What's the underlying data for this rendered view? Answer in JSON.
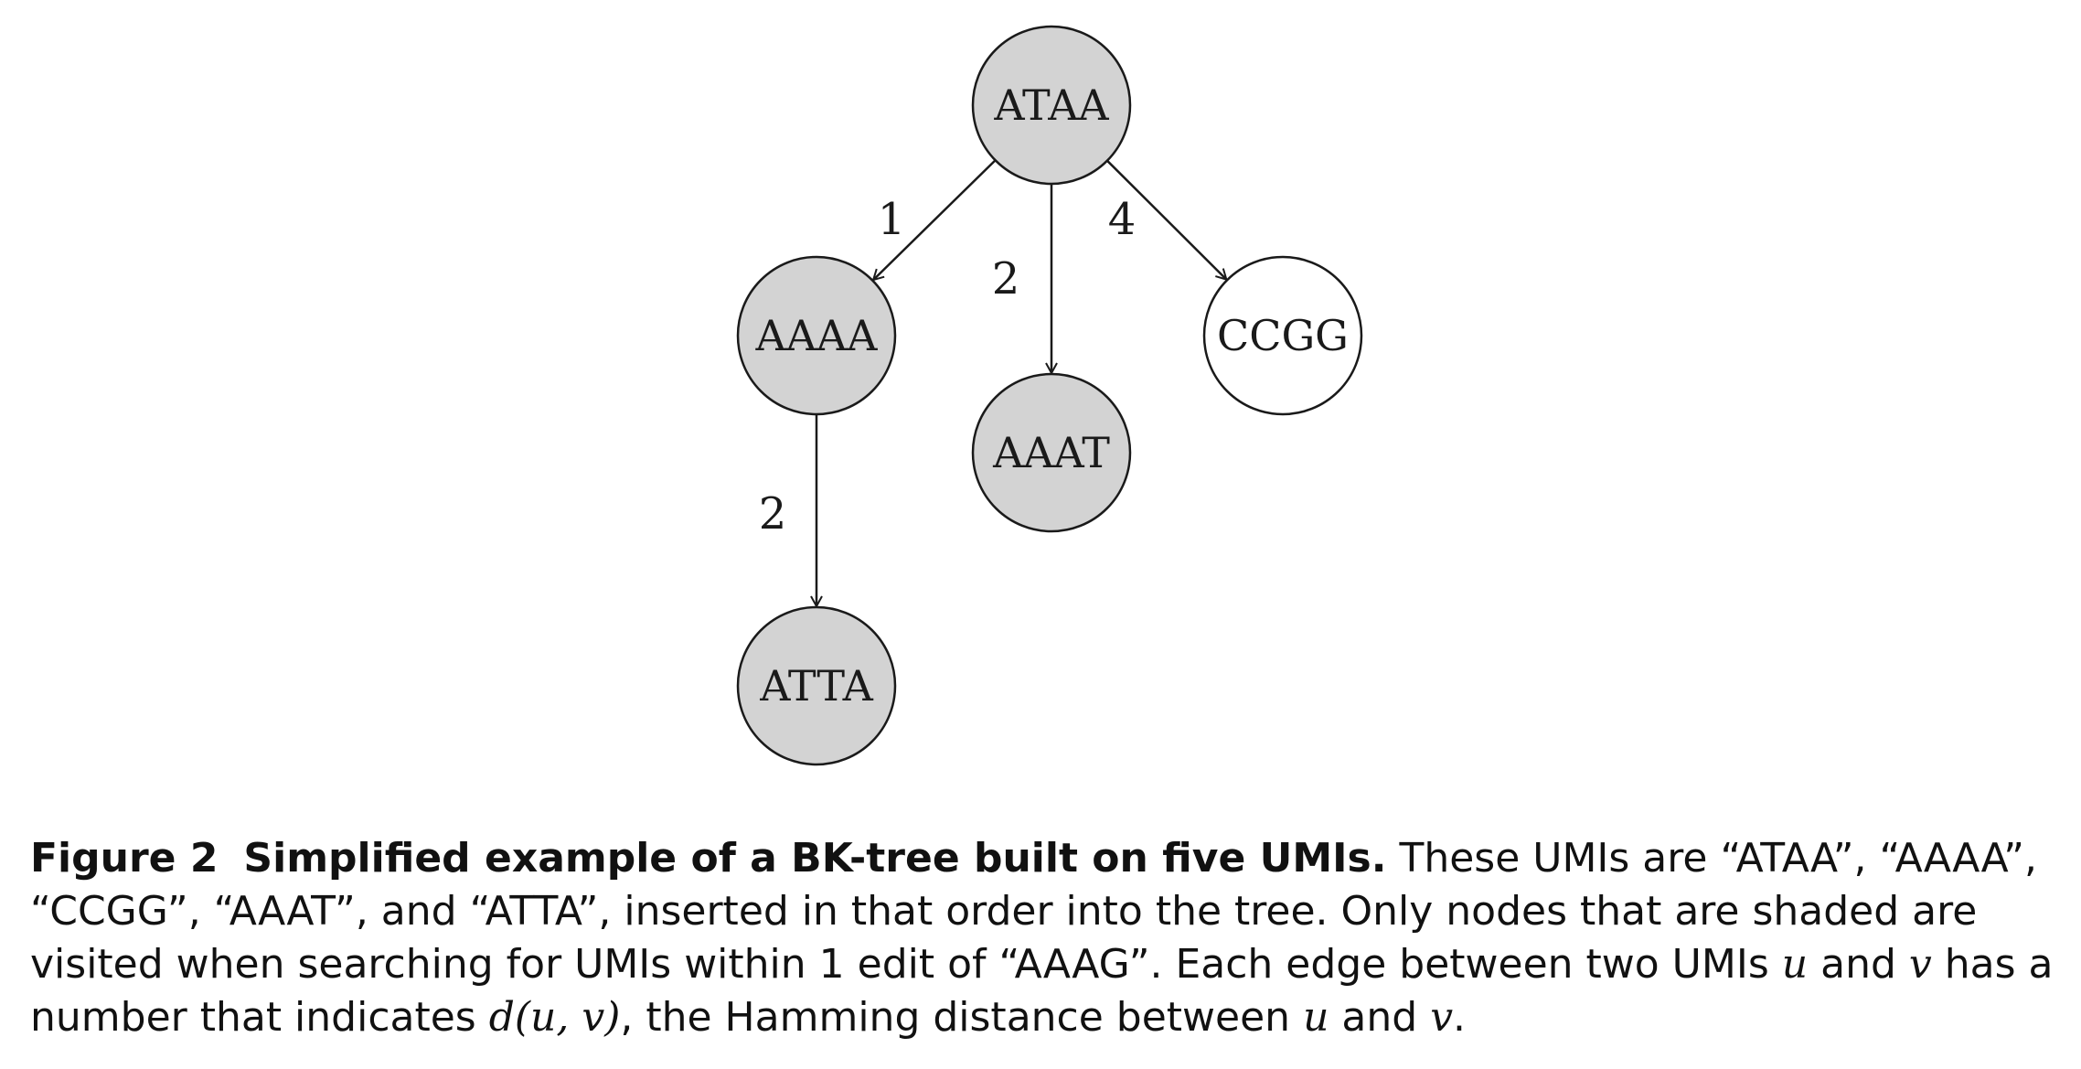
{
  "nodes": [
    {
      "id": "ATAA",
      "label": "ATAA",
      "shaded": true
    },
    {
      "id": "AAAA",
      "label": "AAAA",
      "shaded": true
    },
    {
      "id": "AAAT",
      "label": "AAAT",
      "shaded": true
    },
    {
      "id": "CCGG",
      "label": "CCGG",
      "shaded": false
    },
    {
      "id": "ATTA",
      "label": "ATTA",
      "shaded": true
    }
  ],
  "edges": [
    {
      "from": "ATAA",
      "to": "AAAA",
      "label": "1"
    },
    {
      "from": "ATAA",
      "to": "AAAT",
      "label": "2"
    },
    {
      "from": "ATAA",
      "to": "CCGG",
      "label": "4"
    },
    {
      "from": "AAAA",
      "to": "ATTA",
      "label": "2"
    }
  ],
  "colors": {
    "shaded_fill": "#d3d3d3",
    "unshaded_fill": "#ffffff",
    "stroke": "#1a1a1a"
  },
  "caption": {
    "figure_number": "Figure 2",
    "title": "Simplified example of a BK-tree built on five UMIs.",
    "text_1": "These UMIs are “ATAA”, “AAAA”, “CCGG”, “AAAT”, and “ATTA”, inserted in that order into the tree. Only nodes that are shaded are visited when searching for UMIs within 1 edit of “AAAG”. Each edge between two UMIs",
    "var_u": "u",
    "text_2": "and",
    "var_v": "v",
    "text_3": "has a number that indicates",
    "distance_expr": "d(u, v)",
    "text_4": ", the Hamming distance between",
    "var_u2": "u",
    "text_5": "and",
    "var_v2": "v",
    "text_6": "."
  }
}
